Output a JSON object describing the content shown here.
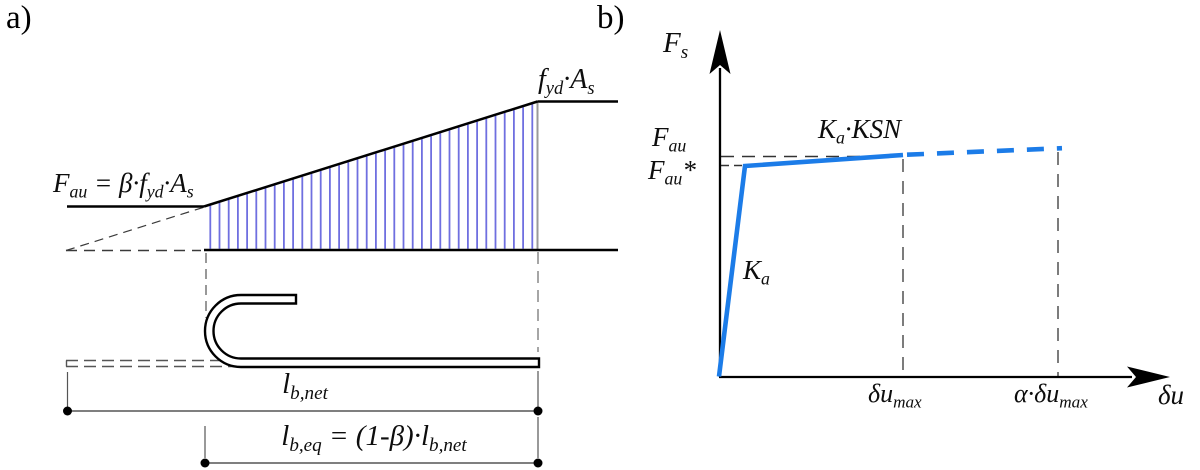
{
  "colors": {
    "hatch_blue": "#6f6fe0",
    "curve_blue": "#1c7ce8",
    "line_black": "#000000",
    "dash_dark": "#3a3a3a",
    "dash_gray": "#888888"
  },
  "panel_a": {
    "tag": "a)",
    "force_formula": [
      {
        "t": "F"
      },
      {
        "t": "au",
        "sub": true
      },
      {
        "t": " = β·f"
      },
      {
        "t": "yd",
        "sub": true
      },
      {
        "t": "·A"
      },
      {
        "t": "s",
        "sub": true
      }
    ],
    "fyd_label": [
      {
        "t": "f"
      },
      {
        "t": "yd",
        "sub": true
      },
      {
        "t": "·A"
      },
      {
        "t": "s",
        "sub": true
      }
    ],
    "lbnet_label": [
      {
        "t": "l"
      },
      {
        "t": "b,net",
        "sub": true
      }
    ],
    "lbeq_label": [
      {
        "t": "l"
      },
      {
        "t": "b,eq",
        "sub": true
      },
      {
        "t": " = (1-β)·l"
      },
      {
        "t": "b,net",
        "sub": true
      }
    ]
  },
  "panel_b": {
    "tag": "b)",
    "y_axis_label": [
      {
        "t": "F"
      },
      {
        "t": "s",
        "sub": true
      }
    ],
    "fau_label": [
      {
        "t": "F"
      },
      {
        "t": "au",
        "sub": true
      }
    ],
    "fau_star_label": [
      {
        "t": "F"
      },
      {
        "t": "au",
        "sub": true
      },
      {
        "t": "*"
      }
    ],
    "ka_ksn_label": [
      {
        "t": "K"
      },
      {
        "t": "a",
        "sub": true
      },
      {
        "t": "·KSN"
      }
    ],
    "ka_label": [
      {
        "t": "K"
      },
      {
        "t": "a",
        "sub": true
      }
    ],
    "dumax_label": [
      {
        "t": "δu"
      },
      {
        "t": "max",
        "sub": true
      }
    ],
    "alpha_dumax_label": [
      {
        "t": "α·δu"
      },
      {
        "t": "max",
        "sub": true
      }
    ],
    "x_axis_label": [
      {
        "t": "δu"
      }
    ]
  }
}
